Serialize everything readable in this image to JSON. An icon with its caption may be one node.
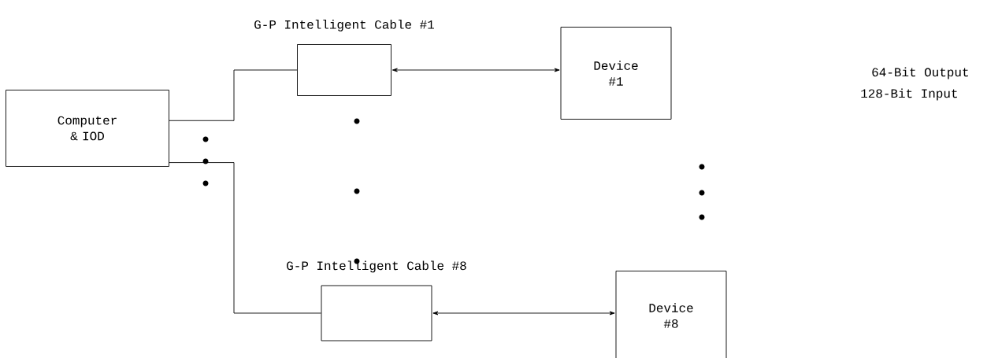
{
  "diagram": {
    "nodes": [
      {
        "text": [
          "Computer & IOD"
        ]
      },
      {
        "text": [
          "G-P Intelligent Cable #1"
        ]
      },
      {
        "text": [
          "Device #1"
        ]
      },
      {
        "text": [
          "G-P Intelligent Cable #8"
        ]
      },
      {
        "text": [
          "Device #8"
        ]
      }
    ],
    "edges": [
      {
        "from": 0,
        "to": 1,
        "arrow": "none"
      },
      {
        "from": 1,
        "to": 2,
        "arrow": "both"
      },
      {
        "from": 0,
        "to": 3,
        "arrow": "none"
      },
      {
        "from": 3,
        "to": 4,
        "arrow": "both"
      }
    ],
    "labels": [
      "64-Bit Output",
      "128-Bit Input"
    ]
  }
}
